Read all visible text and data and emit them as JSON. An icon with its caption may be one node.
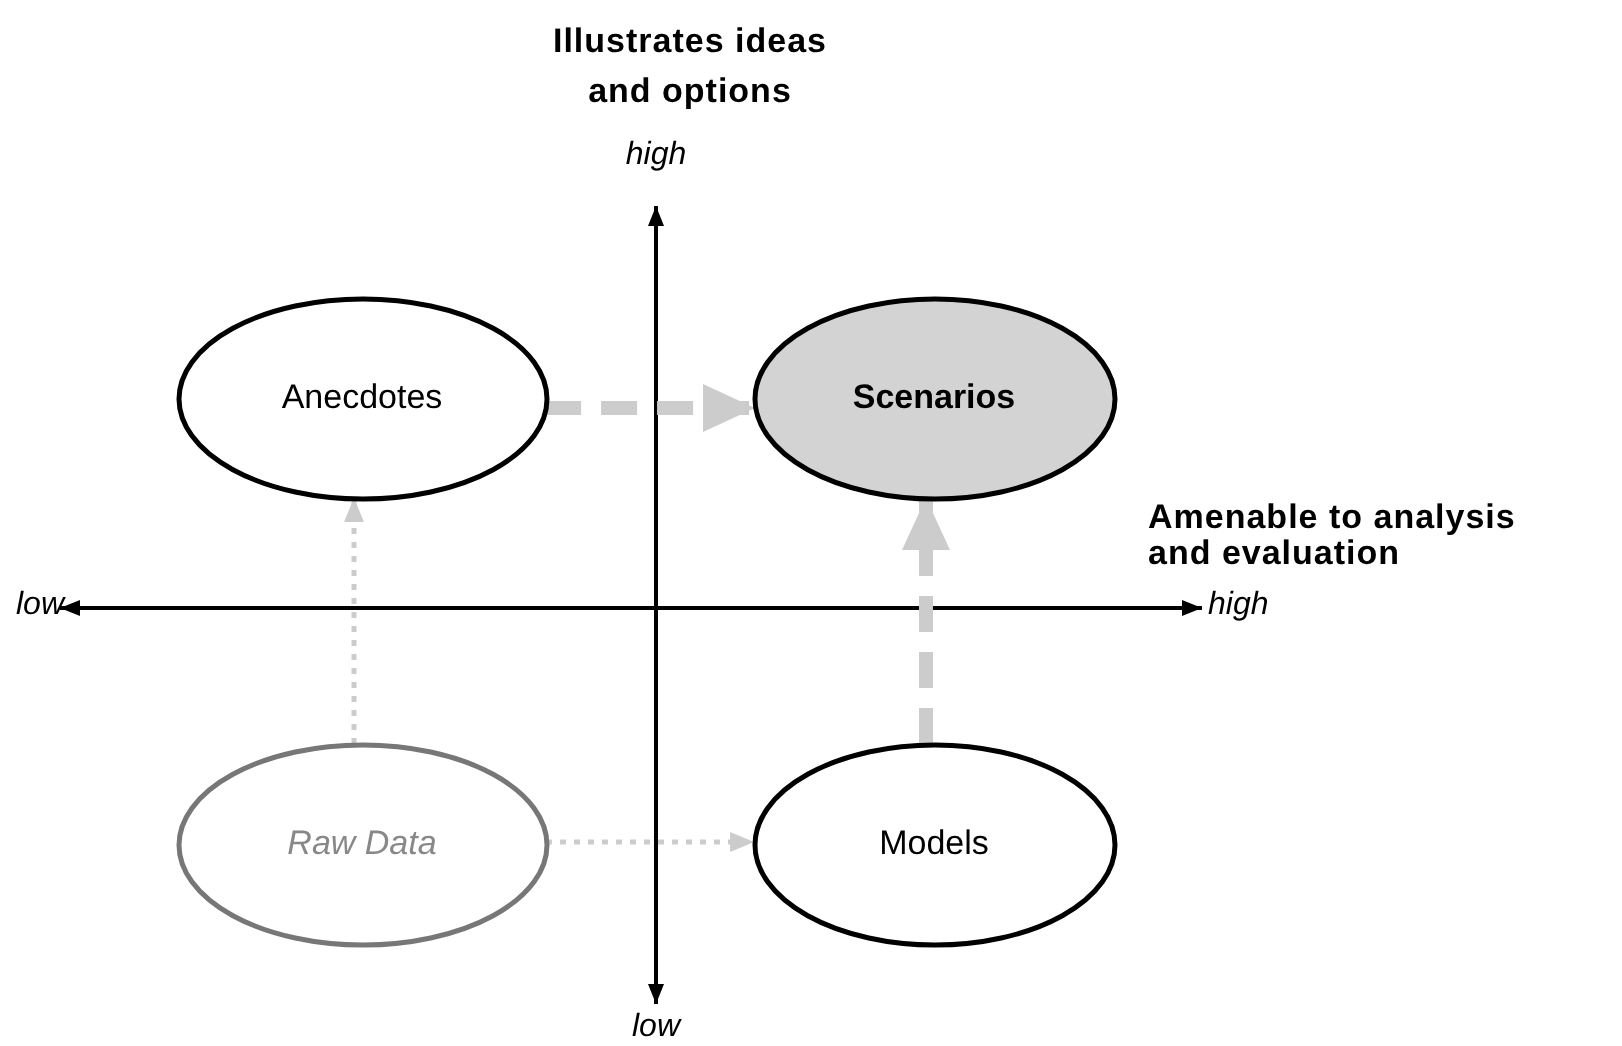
{
  "diagram": {
    "nodes": [
      {
        "text": [
          "Anecdotes"
        ]
      },
      {
        "text": [
          "Scenarios"
        ]
      },
      {
        "text": [
          "Raw Data"
        ]
      },
      {
        "text": [
          "Models"
        ]
      }
    ],
    "edges": [
      {
        "from": 0,
        "to": 1,
        "arrow": "to",
        "style": "dashed"
      },
      {
        "from": 3,
        "to": 1,
        "arrow": "to",
        "style": "dashed"
      },
      {
        "from": 2,
        "to": 0,
        "arrow": "to",
        "style": "dashed"
      },
      {
        "from": 2,
        "to": 3,
        "arrow": "to",
        "style": "dashed"
      }
    ],
    "labels": [
      "Illustrates ideas and options",
      "high",
      "Amenable to analysis and evaluation",
      "low",
      "high",
      "low"
    ]
  }
}
